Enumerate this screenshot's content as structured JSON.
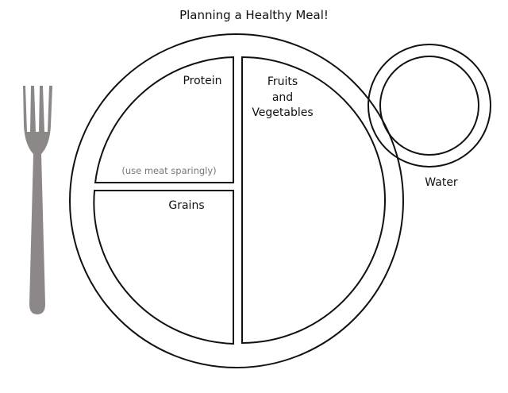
{
  "title": "Planning a Healthy Meal!",
  "plate": {
    "protein": {
      "label": "Protein",
      "note": "(use meat sparingly)"
    },
    "grains": {
      "label": "Grains"
    },
    "fruits_vegetables": {
      "label": "Fruits\nand\nVegetables"
    }
  },
  "cup": {
    "label": "Water"
  },
  "icons": {
    "utensil": "fork-icon"
  },
  "colors": {
    "outline": "#111111",
    "fork": "#8c8888",
    "note": "#777777"
  }
}
